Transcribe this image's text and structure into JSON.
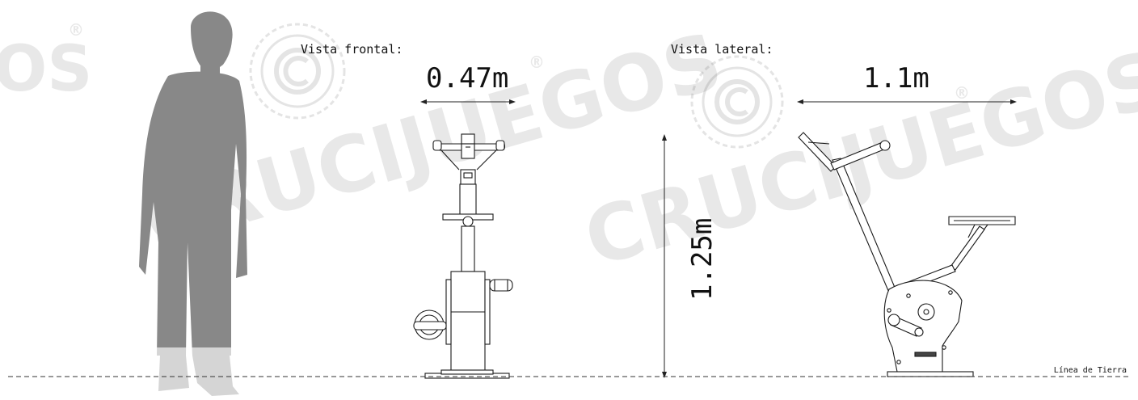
{
  "watermark": {
    "brand": "CRUCIJUEGOS",
    "partial_left": "OS",
    "registered": "®"
  },
  "views": {
    "front": {
      "label": "Vista frontal:",
      "width": "0.47m"
    },
    "side": {
      "label": "Vista lateral:",
      "length": "1.1m",
      "height": "1.25m"
    }
  },
  "ground": {
    "label": "Línea de Tierra"
  }
}
